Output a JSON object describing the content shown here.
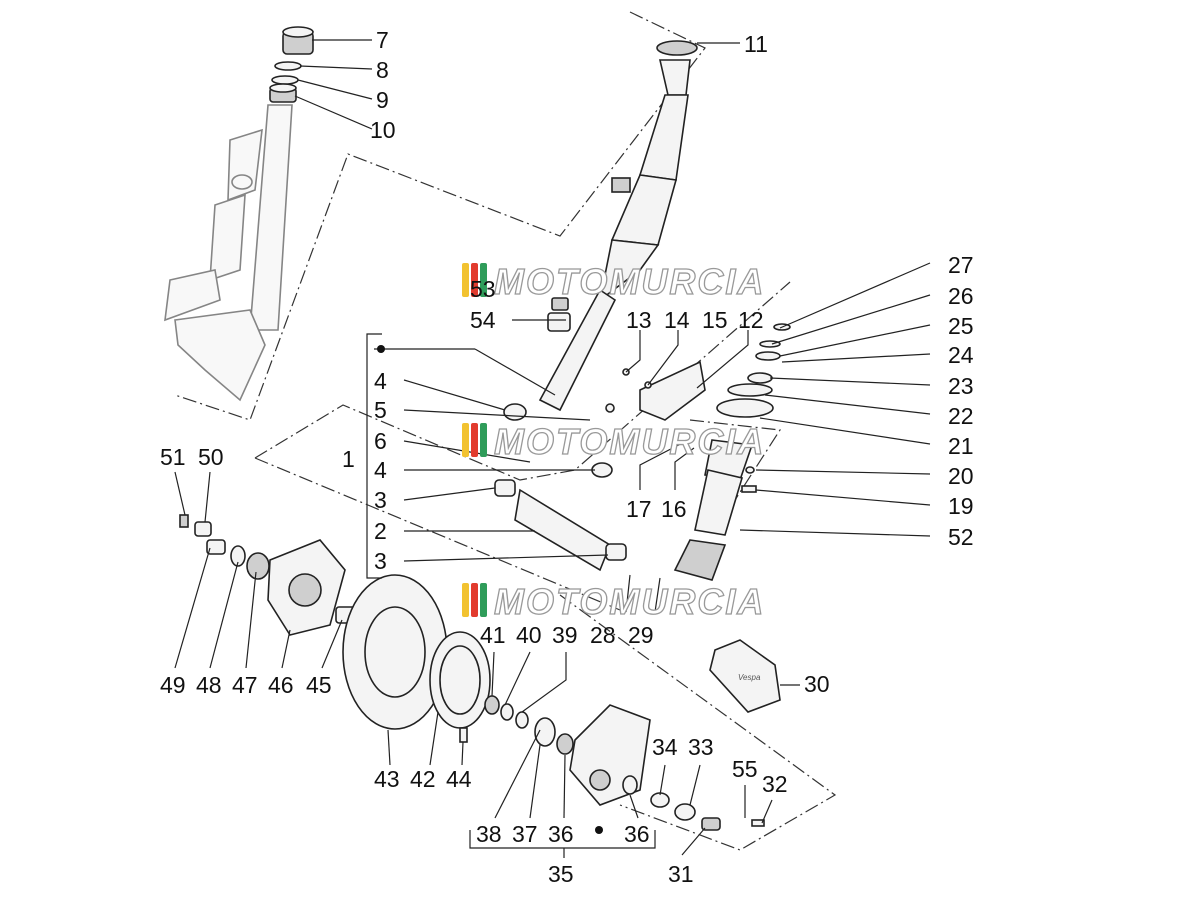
{
  "watermark": {
    "text": "MOTOMURCIA",
    "stripe_colors": [
      "#f2c230",
      "#e23b2e",
      "#2f9c5a"
    ]
  },
  "labels": {
    "p1": "1",
    "p2": "2",
    "p3a": "3",
    "p3b": "3",
    "p4a": "4",
    "p4b": "4",
    "p5": "5",
    "p6": "6",
    "p7": "7",
    "p8": "8",
    "p9": "9",
    "p10": "10",
    "p11": "11",
    "p12": "12",
    "p13": "13",
    "p14": "14",
    "p15": "15",
    "p16": "16",
    "p17": "17",
    "p19": "19",
    "p20": "20",
    "p21": "21",
    "p22": "22",
    "p23": "23",
    "p24": "24",
    "p25": "25",
    "p26": "26",
    "p27": "27",
    "p28": "28",
    "p29": "29",
    "p30": "30",
    "p31": "31",
    "p32": "32",
    "p33": "33",
    "p34": "34",
    "p35": "35",
    "p36a": "36",
    "p36b": "36",
    "p37": "37",
    "p38": "38",
    "p39": "39",
    "p40": "40",
    "p41": "41",
    "p42": "42",
    "p43": "43",
    "p44": "44",
    "p45": "45",
    "p46": "46",
    "p47": "47",
    "p48": "48",
    "p49": "49",
    "p50": "50",
    "p51": "51",
    "p52": "52",
    "p53": "53",
    "p54": "54",
    "p55": "55"
  },
  "brand_marking": "Vespa"
}
